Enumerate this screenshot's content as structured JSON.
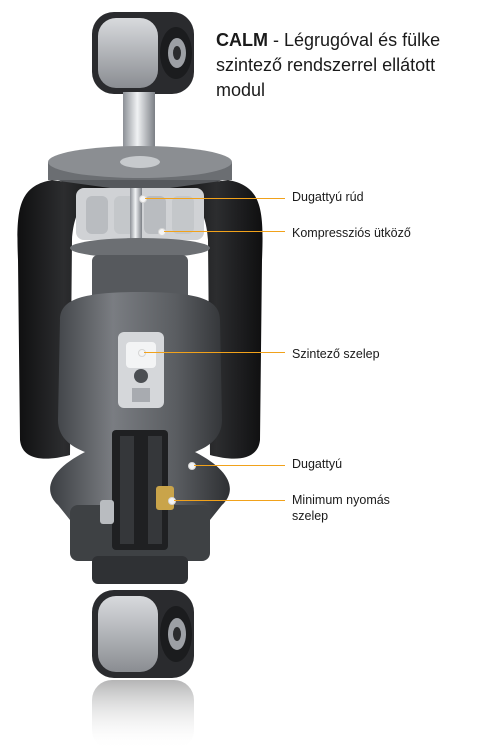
{
  "title": {
    "bold": "CALM",
    "rest": " - Légrugóval és fülke szintező rendszerrel ellátott modul"
  },
  "labels": {
    "piston_rod": "Dugattyú rúd",
    "bump_stop": "Kompressziós ütköző",
    "leveling_valve": "Szintező szelep",
    "piston": "Dugattyú",
    "min_pressure_valve": "Minimum nyomás szelep"
  },
  "colors": {
    "leader": "#f1a21b",
    "bellows": "#1f1f1f",
    "body": "#5c5f63",
    "metal": "#c9ccd0"
  }
}
